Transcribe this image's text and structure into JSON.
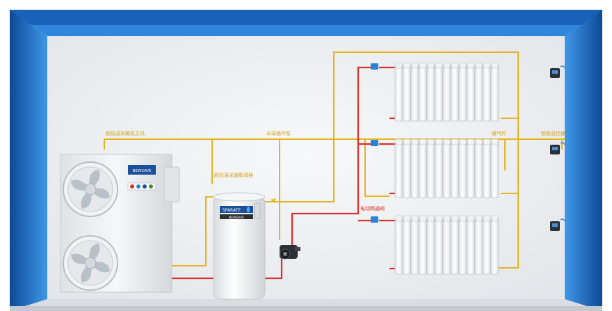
{
  "labels": {
    "heat_pump": "超低温采暖机主机",
    "circulation_pump": "末端循环泵",
    "radiator": "暖气片",
    "smart_thermostat": "智能温控器",
    "integrated_unit": "超低温采暖集成器",
    "electric_valve": "电动两通阀"
  },
  "brand": {
    "heat_pump_logo": "NEWSAVE",
    "tank_logo": "SPARATE",
    "tank_logo_sub": "NEWSAVE"
  },
  "colors": {
    "frame_blue": "#1d6fc7",
    "wall": "#eef0f2",
    "supply_pipe": "#d8322b",
    "return_pipe": "#e6b422",
    "valve": "#2a83d6"
  }
}
